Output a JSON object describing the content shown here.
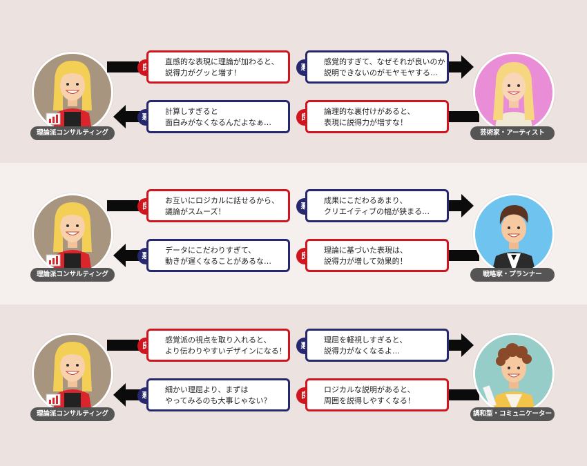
{
  "good_label": "良",
  "bad_label": "悪",
  "left_persona": "理論派コンサルティング",
  "sections": [
    {
      "right_persona": "芸術家・アーティスト",
      "left_to_right": {
        "good": [
          "直感的な表現に理論が加わると、",
          "説得力がグッと増す！"
        ],
        "bad": [
          "感覚的すぎて、なぜそれが良いのか",
          "説明できないのがモヤモヤする…"
        ]
      },
      "right_to_left": {
        "bad": [
          "計算しすぎると",
          "面白みがなくなるんだよなぁ…"
        ],
        "good": [
          "論理的な裏付けがあると、",
          "表現に説得力が増すな！"
        ]
      }
    },
    {
      "right_persona": "戦略家・プランナー",
      "left_to_right": {
        "good": [
          "お互いにロジカルに話せるから、",
          "議論がスムーズ！"
        ],
        "bad": [
          "成果にこだわるあまり、",
          "クリエイティブの幅が狭まる…"
        ]
      },
      "right_to_left": {
        "bad": [
          "データにこだわりすぎて、",
          "動きが遅くなることがあるな…"
        ],
        "good": [
          "理論に基づいた表現は、",
          "説得力が増して効果的！"
        ]
      }
    },
    {
      "right_persona": "調和型・コミュニケーター",
      "left_to_right": {
        "good": [
          "感覚派の視点を取り入れると、",
          "より伝わりやすいデザインになる！"
        ],
        "bad": [
          "理屈を軽視しすぎると、",
          "説得力がなくなるよ…"
        ]
      },
      "right_to_left": {
        "bad": [
          "細かい理屈より、まずは",
          "やってみるのも大事じゃない？"
        ],
        "good": [
          "ロジカルな説明があると、",
          "周囲を説得しやすくなる！"
        ]
      }
    }
  ],
  "colors": {
    "good": "#d0151f",
    "bad": "#26286f",
    "band_dark": "#ece2df",
    "band_light": "#f5efed",
    "badge_bg": "#555555",
    "avatar_left_bg": "#a89580",
    "avatar_right_bgs": [
      "#e98ed6",
      "#6fc3ef",
      "#96cdc8"
    ]
  }
}
